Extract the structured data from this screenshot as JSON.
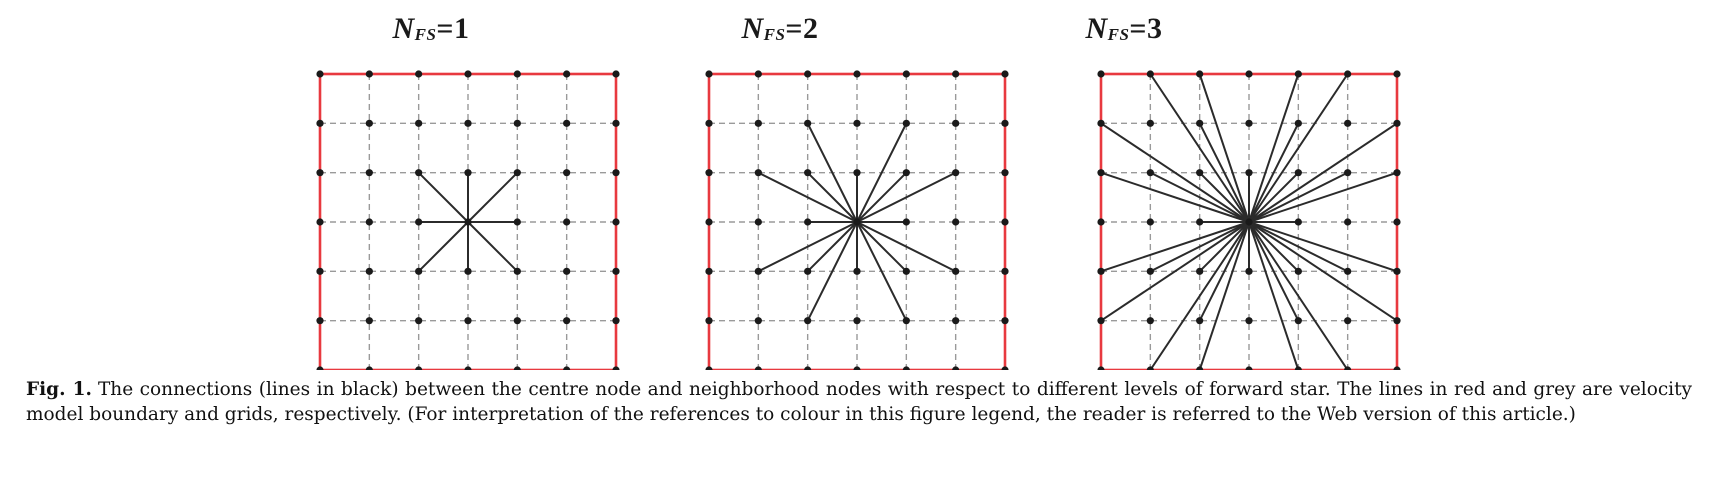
{
  "panels": [
    {
      "title_main": "N",
      "title_sub": "FS",
      "title_eq": "=1",
      "level": 1
    },
    {
      "title_main": "N",
      "title_sub": "FS",
      "title_eq": "=2",
      "level": 2
    },
    {
      "title_main": "N",
      "title_sub": "FS",
      "title_eq": "=3",
      "level": 3
    }
  ],
  "grid": {
    "nodes_per_side": 7,
    "center_index": [
      3,
      3
    ]
  },
  "colors": {
    "boundary": "#e8393f",
    "grid": "#9a9a9a",
    "connection": "#2b2b2b",
    "node": "#1a1a1a"
  },
  "caption": {
    "label": "Fig. 1.",
    "text": "The connections (lines in black) between the centre node and neighborhood nodes with respect to different levels of forward star. The lines in red and grey are velocity model boundary and grids, respectively. (For interpretation of the references to colour in this figure legend, the reader is referred to the Web version of this article.)"
  }
}
